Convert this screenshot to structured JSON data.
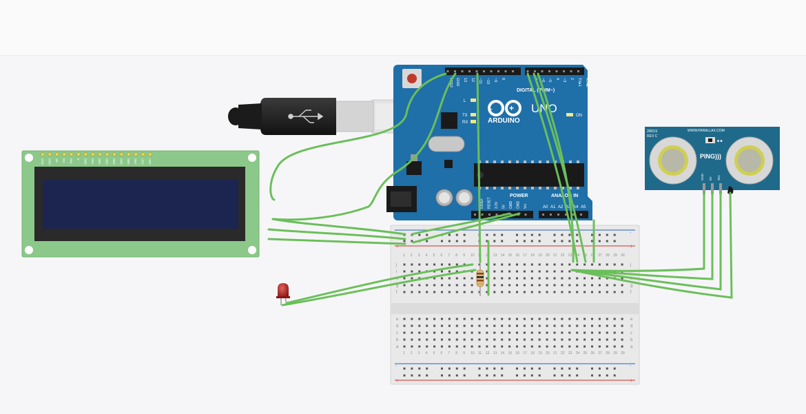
{
  "arduino": {
    "brand": "ARDUINO",
    "model": "UNO",
    "digital_label": "DIGITAL (PWM~)",
    "power_label": "POWER",
    "analog_label": "ANALOG IN",
    "on_label": "ON",
    "l_label": "L",
    "tx_label": "TX",
    "rx_label": "RX",
    "header_top_labels": [
      "AREF",
      "GND",
      "13",
      "12",
      "~11",
      "~10",
      "~9",
      "8",
      "7",
      "~6",
      "~5",
      "4",
      "~3",
      "2",
      "TX▸1",
      "RX◂0"
    ],
    "power_pins": [
      "IOREF",
      "RESET",
      "3.3V",
      "5V",
      "GND",
      "GND",
      "Vin"
    ],
    "analog_pins": [
      "A0",
      "A1",
      "A2",
      "A3",
      "A4",
      "A5"
    ]
  },
  "ping_sensor": {
    "part_number": "28015",
    "revision": "REV C",
    "url": "WWW.PARALLAX.COM",
    "name": "PING)))",
    "pins": [
      "GND",
      "5V",
      "SIG"
    ]
  },
  "lcd": {
    "pin_labels": [
      "VSS",
      "VDD",
      "V0",
      "RS",
      "RW",
      "E",
      "DB0",
      "DB1",
      "DB2",
      "DB3",
      "DB4",
      "DB5",
      "DB6",
      "DB7",
      "LED",
      "LED"
    ]
  },
  "breadboard": {
    "rail_plus": "+",
    "rail_minus": "-",
    "row_letters_top": [
      "j",
      "i",
      "h",
      "g",
      "f"
    ],
    "row_letters_bottom": [
      "e",
      "d",
      "c",
      "b",
      "a"
    ],
    "columns": 30
  },
  "colors": {
    "wire": "#6bbf5a",
    "arduino": "#1f6fa8",
    "lcd_pcb": "#8bc88a",
    "lcd_screen": "#1b2550",
    "ping_pcb": "#1f6a8a",
    "led": "#b3211e",
    "rail_red": "#d9534f",
    "rail_blue": "#4a7fc1"
  }
}
